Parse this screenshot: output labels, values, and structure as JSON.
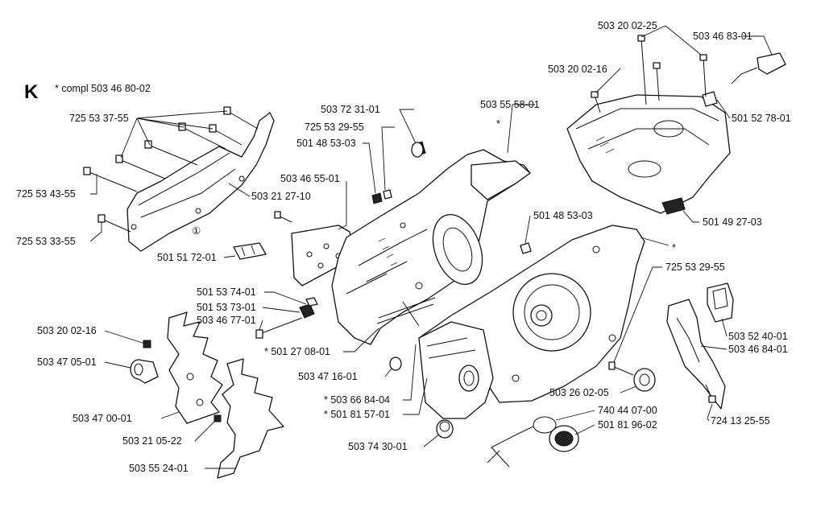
{
  "header": {
    "section_letter": "K",
    "compl_text": "*  compl 503 46 80-02"
  },
  "part_labels": [
    {
      "id": "p01",
      "text": "725 53 37-55"
    },
    {
      "id": "p02",
      "text": "725 53 43-55"
    },
    {
      "id": "p03",
      "text": "725 53 33-55"
    },
    {
      "id": "p04",
      "text": "501 51 72-01"
    },
    {
      "id": "p05",
      "text": "503 21 27-10"
    },
    {
      "id": "p06",
      "text": "503 46 55-01"
    },
    {
      "id": "p07",
      "text": "501 48 53-03"
    },
    {
      "id": "p08",
      "text": "725 53 29-55"
    },
    {
      "id": "p09",
      "text": "503 72 31-01"
    },
    {
      "id": "p10",
      "text": "503 55 58-01"
    },
    {
      "id": "p11",
      "text": "*"
    },
    {
      "id": "p12",
      "text": "503 20 02-16"
    },
    {
      "id": "p13",
      "text": "503 20 02-25"
    },
    {
      "id": "p14",
      "text": "503 46 83-01"
    },
    {
      "id": "p15",
      "text": "501 52 78-01"
    },
    {
      "id": "p16",
      "text": "501 49 27-03"
    },
    {
      "id": "p17",
      "text": "501 48 53-03"
    },
    {
      "id": "p18",
      "text": "*"
    },
    {
      "id": "p19",
      "text": "725 53 29-55"
    },
    {
      "id": "p20",
      "text": "503 52 40-01"
    },
    {
      "id": "p21",
      "text": "503 46 84-01"
    },
    {
      "id": "p22",
      "text": "724 13 25-55"
    },
    {
      "id": "p23",
      "text": "501 53 74-01"
    },
    {
      "id": "p24",
      "text": "501 53 73-01"
    },
    {
      "id": "p25",
      "text": "503 46 77-01"
    },
    {
      "id": "p26",
      "text": "*  501 27 08-01"
    },
    {
      "id": "p27",
      "text": "503 20 02-16"
    },
    {
      "id": "p28",
      "text": "503 47 05-01"
    },
    {
      "id": "p29",
      "text": "503 47 00-01"
    },
    {
      "id": "p30",
      "text": "503 21 05-22"
    },
    {
      "id": "p31",
      "text": "503 55 24-01"
    },
    {
      "id": "p32",
      "text": "503 47 16-01"
    },
    {
      "id": "p33",
      "text": "*  503 66 84-04"
    },
    {
      "id": "p34",
      "text": "*  501 81 57-01"
    },
    {
      "id": "p35",
      "text": "503 74 30-01"
    },
    {
      "id": "p36",
      "text": "503 26 02-05"
    },
    {
      "id": "p37",
      "text": "740 44 07-00"
    },
    {
      "id": "p38",
      "text": "501 81 96-02"
    }
  ],
  "ref_markers": {
    "circled_one": "①"
  }
}
